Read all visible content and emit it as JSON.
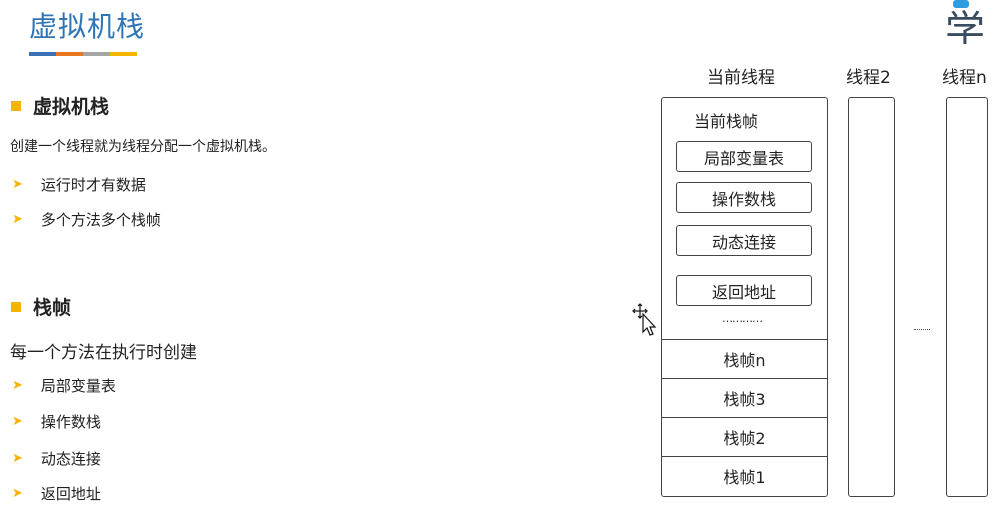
{
  "header": {
    "title": "虚拟机栈",
    "bar_colors": [
      "#3b6fb6",
      "#e87722",
      "#a5a5a5",
      "#f4b400"
    ],
    "logo_glyph": "学"
  },
  "section1": {
    "heading": "虚拟机栈",
    "description": "创建一个线程就为线程分配一个虚拟机栈。",
    "bullets": [
      "运行时才有数据",
      "多个方法多个栈帧"
    ]
  },
  "section2": {
    "heading": "栈帧",
    "description": "每一个方法在执行时创建",
    "bullets": [
      "局部变量表",
      "操作数栈",
      "动态连接",
      "返回地址"
    ]
  },
  "diagram": {
    "threads": [
      "当前线程",
      "线程2",
      "线程n"
    ],
    "current_frame_label": "当前栈帧",
    "frame_parts": [
      "局部变量表",
      "操作数栈",
      "动态连接",
      "返回地址"
    ],
    "frame_ellipsis": "…………",
    "frames": [
      "栈帧n",
      "栈帧3",
      "栈帧2",
      "栈帧1"
    ]
  },
  "colors": {
    "accent": "#f4b400",
    "title": "#2f75b5"
  },
  "icons": {
    "bullet_square": "square-bullet-icon",
    "bullet_arrow": "arrow-bullet-icon",
    "cursor": "move-cursor-icon"
  }
}
